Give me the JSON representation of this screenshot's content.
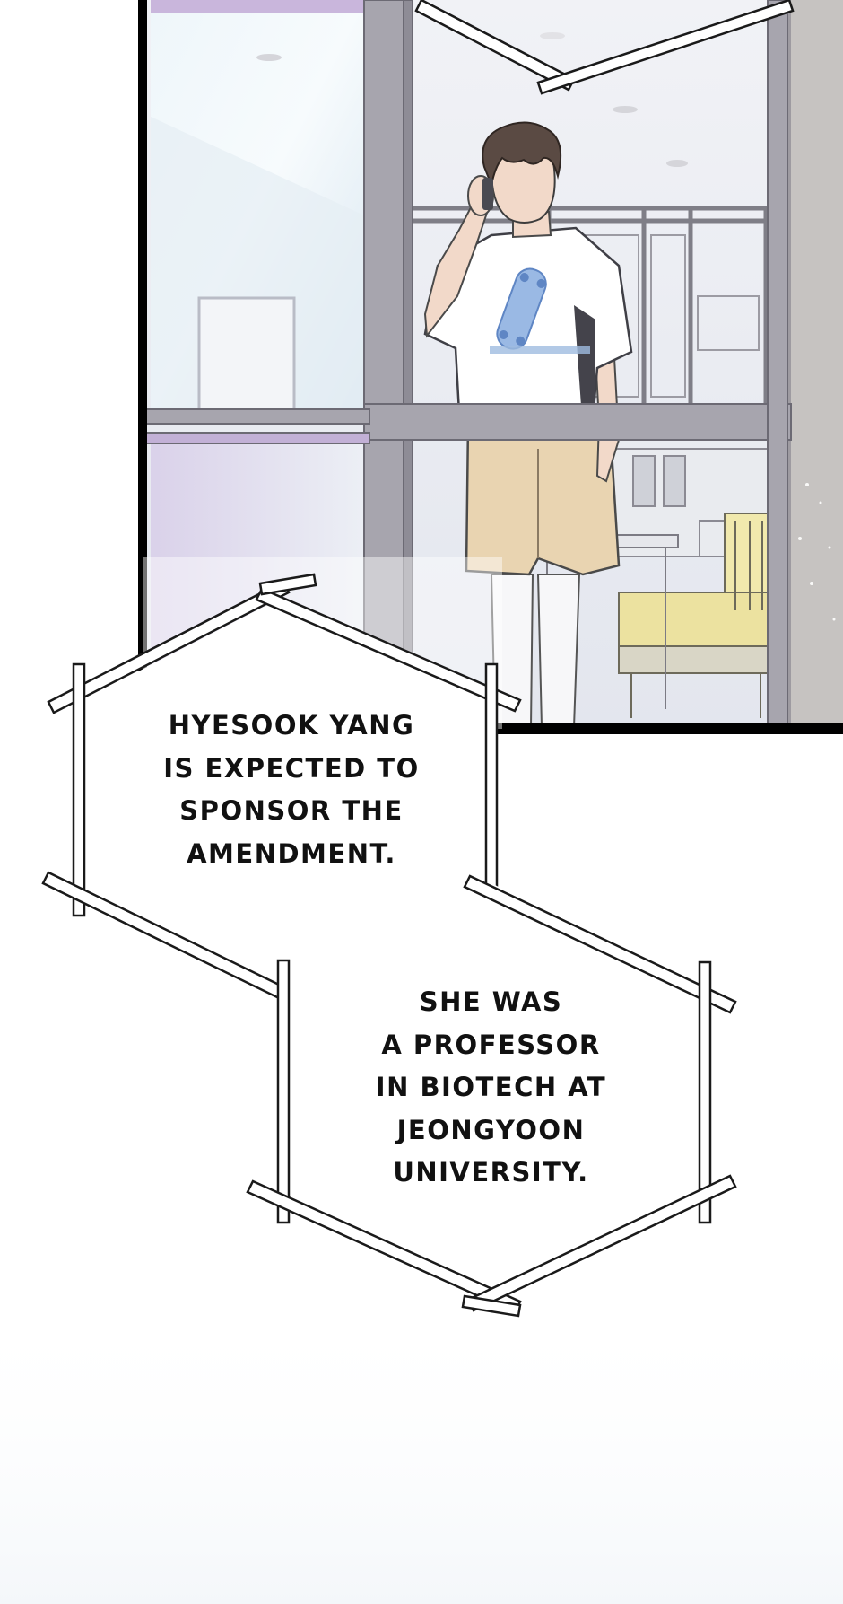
{
  "captions": [
    {
      "id": "caption-1",
      "text": "HYESOOK YANG\nIS EXPECTED TO\nSPONSOR THE\nAMENDMENT."
    },
    {
      "id": "caption-2",
      "text": "SHE WAS\nA PROFESSOR\nIN BIOTECH AT\nJEONGYOON\nUNIVERSITY."
    }
  ],
  "colors": {
    "panel_border": "#000000",
    "window_frame": "#a9a7b0",
    "window_frame_dark": "#8d8a96",
    "purple_tint": "#b79bd1",
    "room_wall": "#eef0f5",
    "glass_tint": "#dfeaf3",
    "shirt": "#ffffff",
    "shirt_graphic": "#7fa6da",
    "hair": "#5a4a43",
    "skin": "#f2d9c9",
    "shorts": "#e8d1ae",
    "socks": "#f6f6f8",
    "chair": "#efe6a8",
    "caption_text": "#111111",
    "caption_frame": "#1a1a1a",
    "right_wall": "#c4c1c0"
  },
  "scene": {
    "description_icon": "man-on-phone-illustration"
  }
}
